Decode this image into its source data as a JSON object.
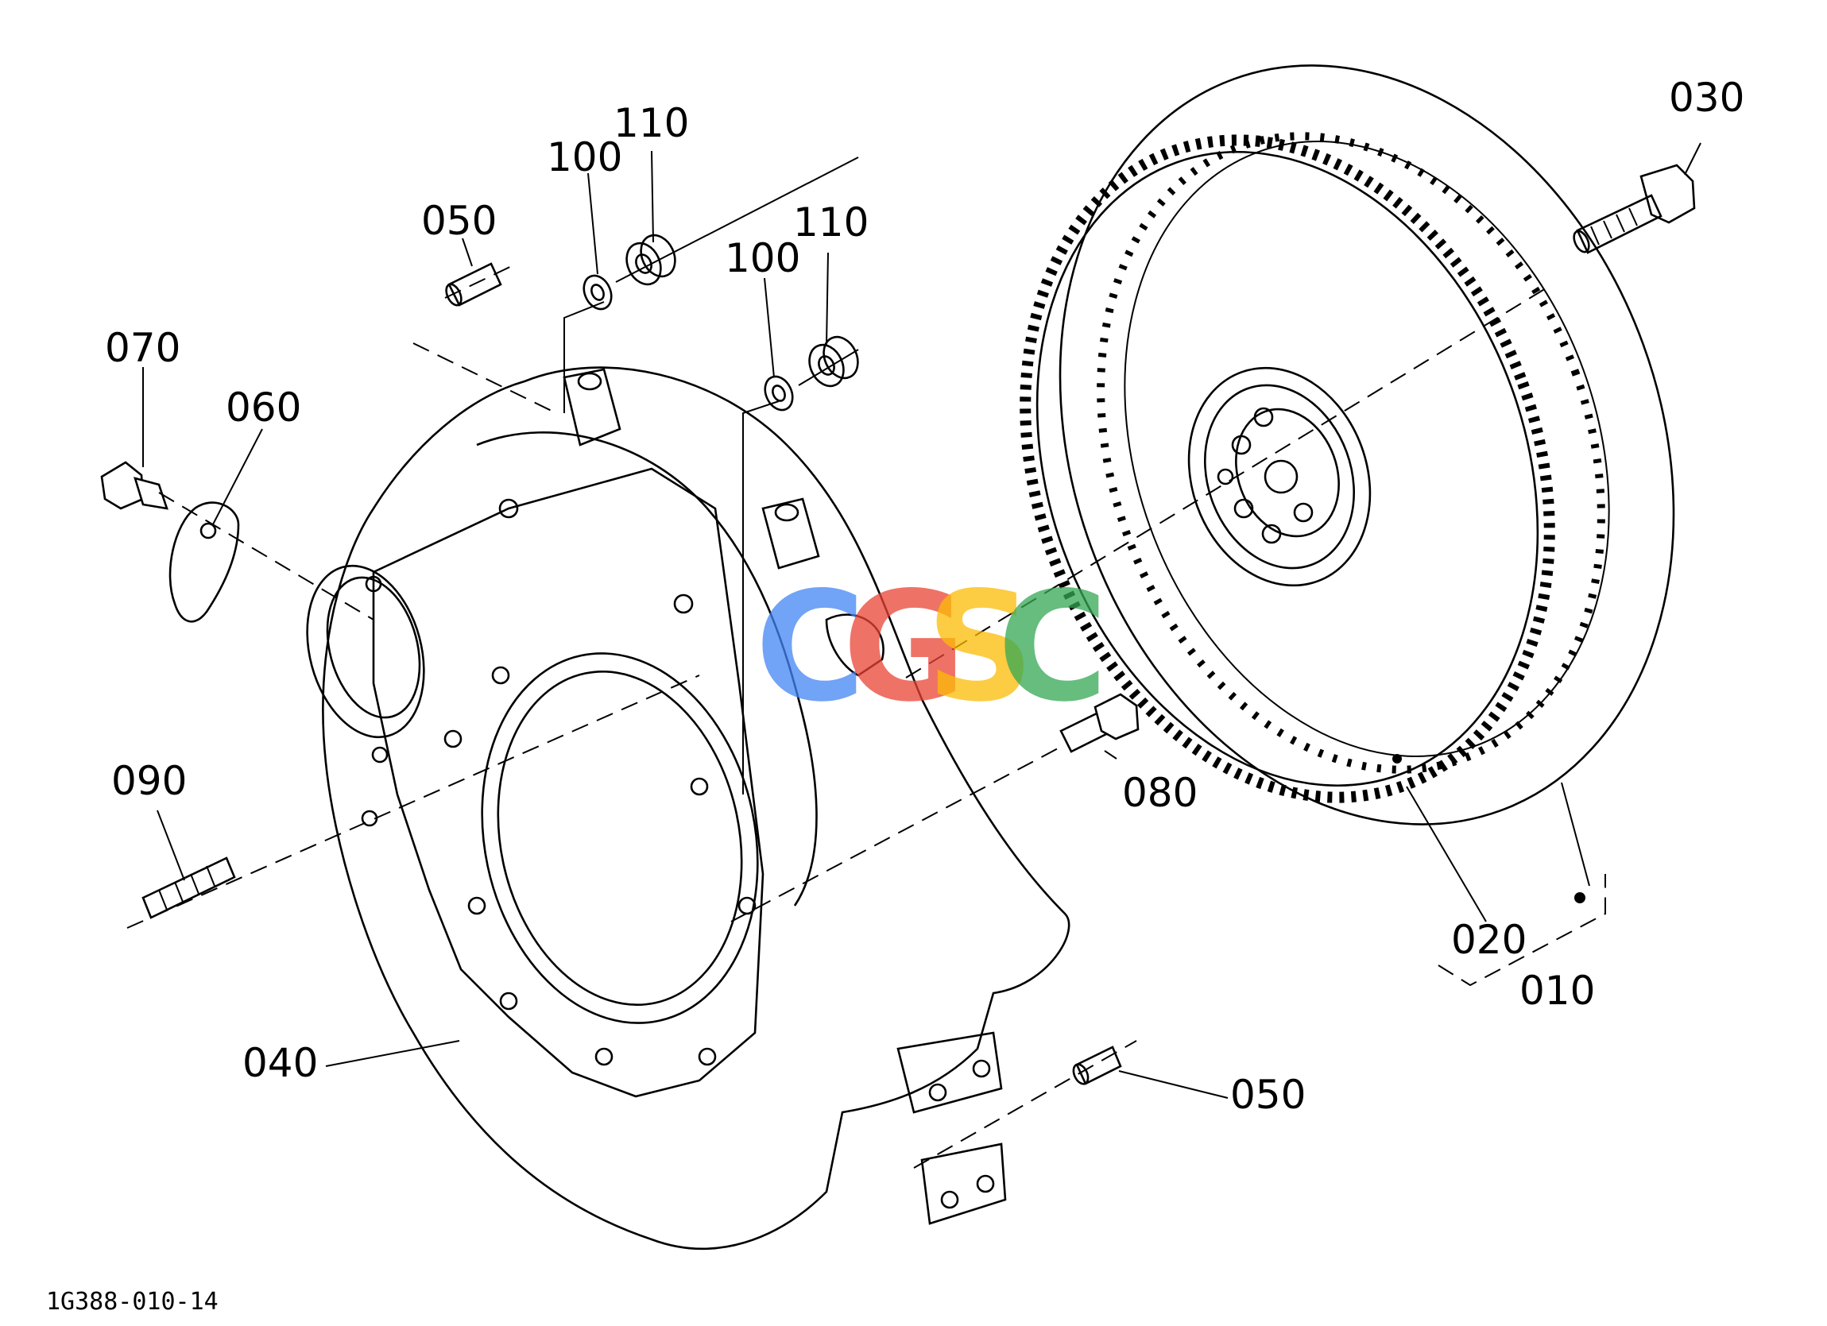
{
  "diagram_code": "1G388-010-14",
  "watermark": {
    "letters": [
      "C",
      "G",
      "S",
      "C"
    ],
    "colors": [
      "#4285F4",
      "#EA4335",
      "#FBBC05",
      "#34A853"
    ]
  },
  "callouts": {
    "p010": "010",
    "p020": "020",
    "p030": "030",
    "p040": "040",
    "p050_top": "050",
    "p050_bottom": "050",
    "p060": "060",
    "p070": "070",
    "p080": "080",
    "p090": "090",
    "p100_left": "100",
    "p100_right": "100",
    "p110_left": "110",
    "p110_right": "110"
  }
}
